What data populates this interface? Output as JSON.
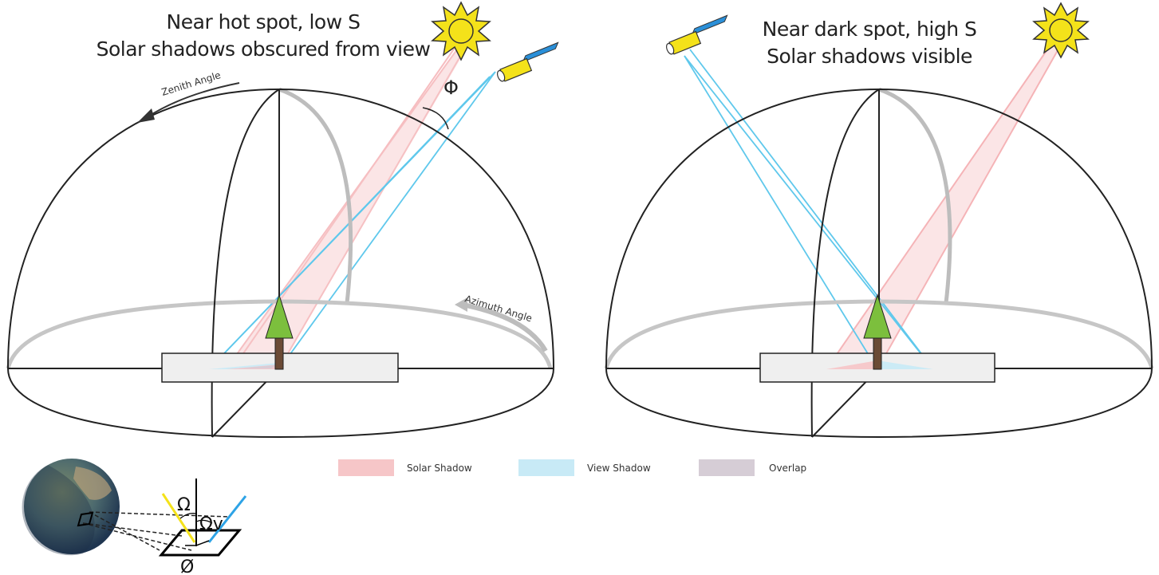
{
  "left_panel": {
    "title_line1": "Near hot spot, low S",
    "title_line2": "Solar shadows obscured from view",
    "zenith_label": "Zenith Angle",
    "azimuth_label": "Azimuth Angle",
    "phase_symbol": "Φ"
  },
  "right_panel": {
    "title_line1": "Near dark spot, high S",
    "title_line2": "Solar shadows visible"
  },
  "legend": {
    "items": [
      {
        "label": "Solar Shadow",
        "color": "#f6c6c8"
      },
      {
        "label": "View Shadow",
        "color": "#c8eaf6"
      },
      {
        "label": "Overlap",
        "color": "#d6cdd6"
      }
    ]
  },
  "inset": {
    "solar_angle_symbol": "Ω",
    "view_angle_symbol": "Ωv",
    "azimuth_symbol": "Ø"
  },
  "colors": {
    "solar_ray": "#f4a7ab",
    "view_ray": "#5fc8ec",
    "dome_line": "#222222",
    "dome_gray": "#bdbdbd",
    "tree_crown": "#7cbf3d",
    "tree_trunk": "#6b4a35",
    "sun": "#f4e21a",
    "satellite_body": "#f4e21a",
    "satellite_panel": "#2a8fd8"
  }
}
